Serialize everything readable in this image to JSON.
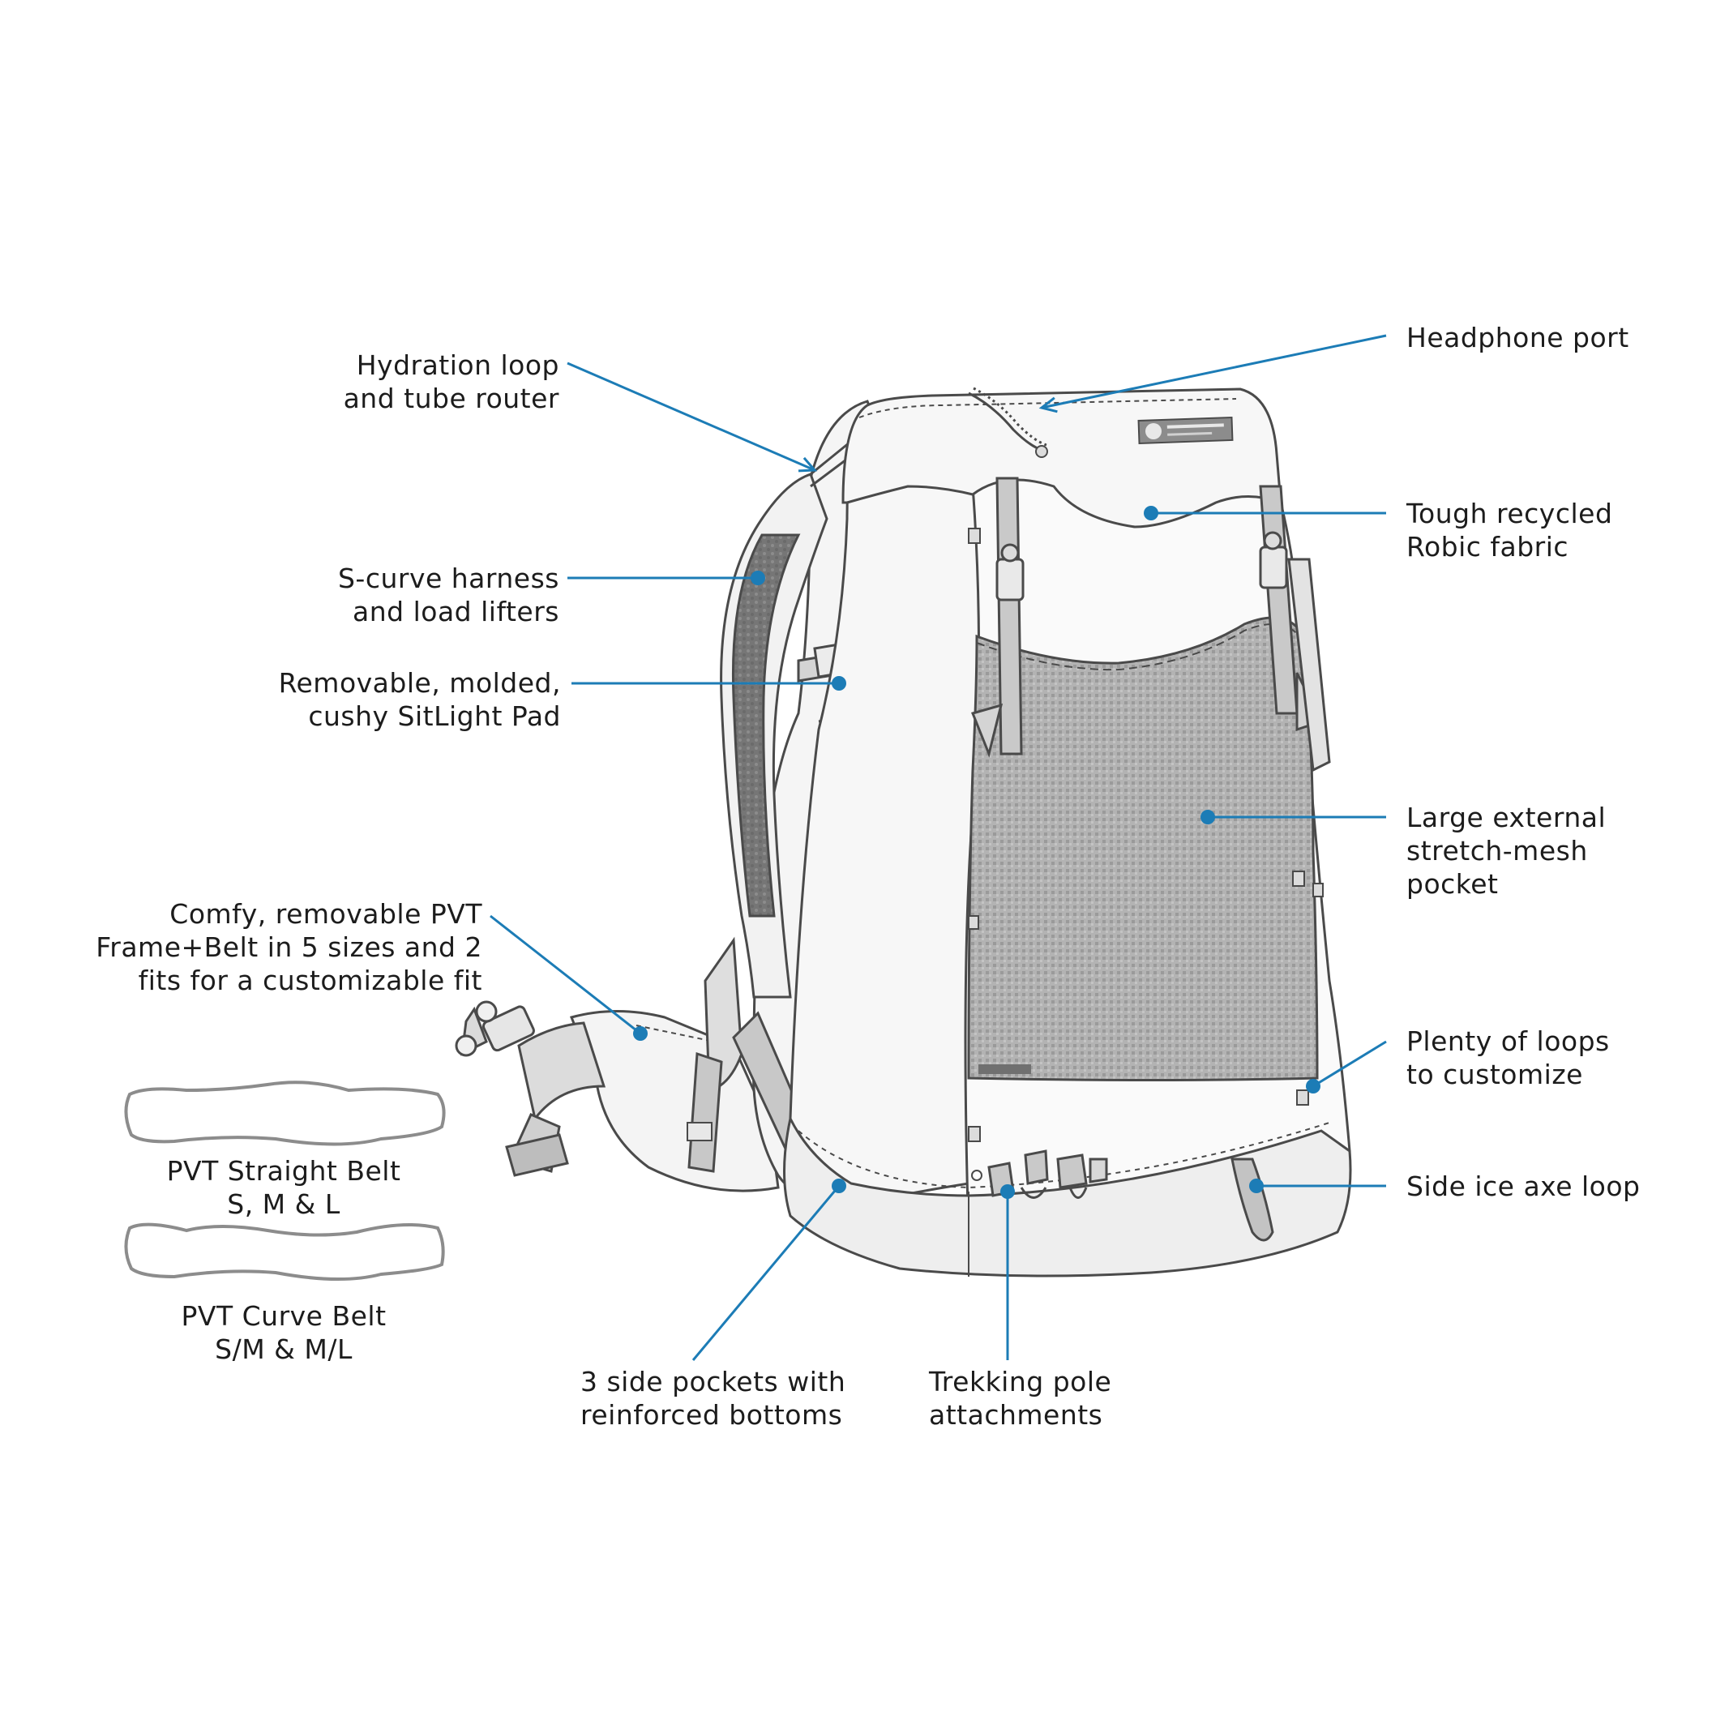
{
  "colors": {
    "accent": "#1c7cb6",
    "outline": "#4a4a4a",
    "mesh": "#a9a9a9",
    "harness": "#7d7d7d",
    "fabric": "#f3f3f3",
    "webbing": "#c9c9c9"
  },
  "callouts": [
    {
      "id": "hydration",
      "lines": [
        "Hydration loop",
        "and tube router"
      ]
    },
    {
      "id": "headphone",
      "lines": [
        "Headphone port"
      ]
    },
    {
      "id": "robic",
      "lines": [
        "Tough recycled",
        "Robic fabric"
      ]
    },
    {
      "id": "harness",
      "lines": [
        "S-curve harness",
        "and load lifters"
      ]
    },
    {
      "id": "sitlight",
      "lines": [
        "Removable, molded,",
        "cushy SitLight Pad"
      ]
    },
    {
      "id": "mesh",
      "lines": [
        "Large external",
        "stretch-mesh",
        "pocket"
      ]
    },
    {
      "id": "pvt",
      "lines": [
        "Comfy, removable PVT",
        "Frame+Belt in 5 sizes and 2",
        "fits for a customizable fit"
      ]
    },
    {
      "id": "loops",
      "lines": [
        "Plenty of loops",
        "to customize"
      ]
    },
    {
      "id": "iceaxe",
      "lines": [
        "Side ice axe loop"
      ]
    },
    {
      "id": "sidepockets",
      "lines": [
        "3 side pockets with",
        "reinforced bottoms"
      ]
    },
    {
      "id": "trekking",
      "lines": [
        "Trekking pole",
        "attachments"
      ]
    }
  ],
  "belts": [
    {
      "id": "straight",
      "lines": [
        "PVT Straight Belt",
        "S, M & L"
      ]
    },
    {
      "id": "curve",
      "lines": [
        "PVT Curve Belt",
        "S/M & M/L"
      ]
    }
  ]
}
